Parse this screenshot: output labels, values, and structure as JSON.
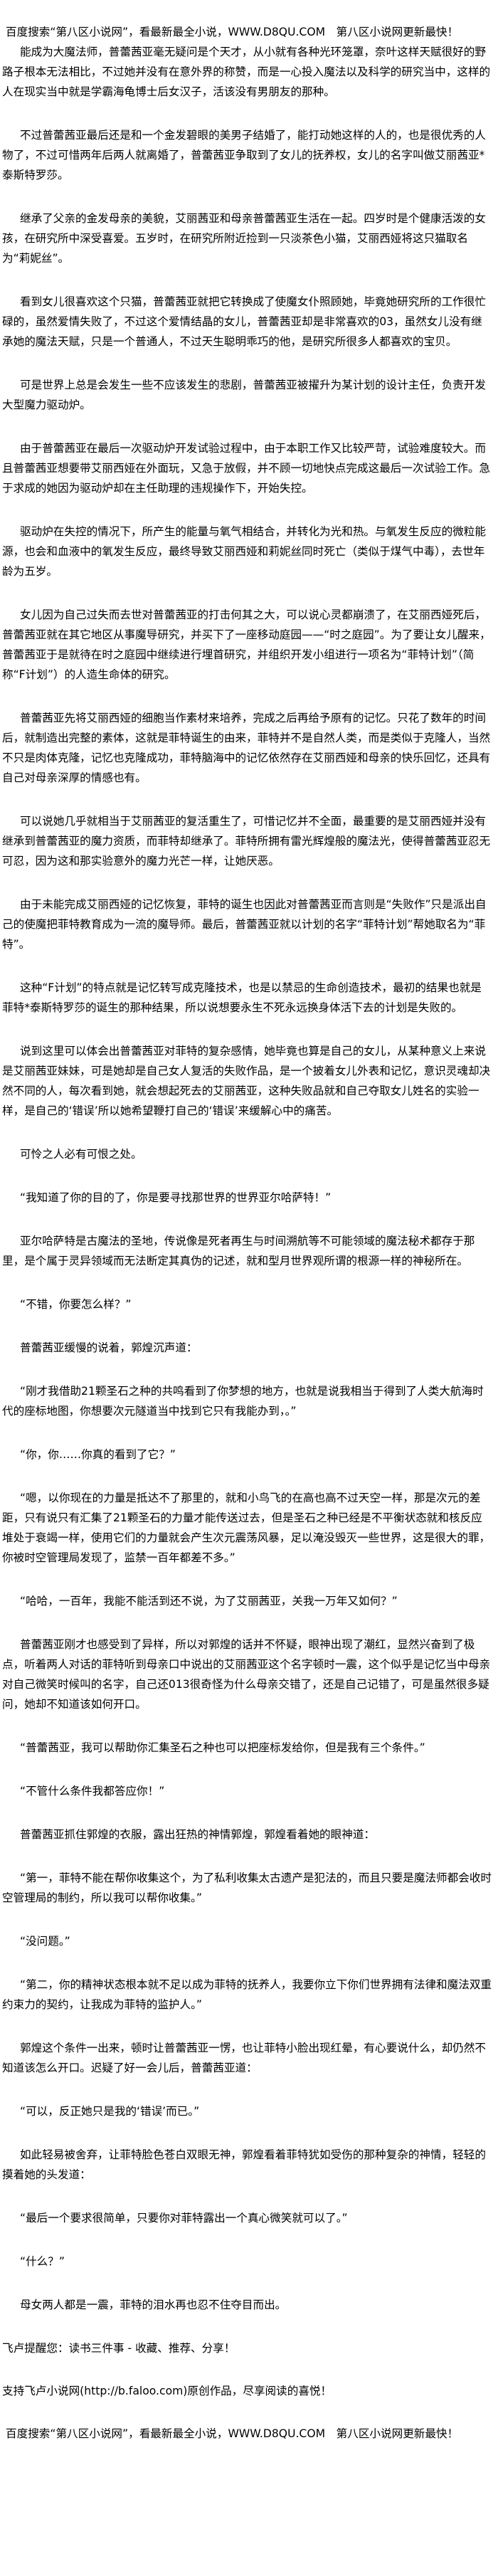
{
  "header": {
    "banner": "百度搜索“第八区小说网”，看最新最全小说，WWW.D8QU.COM　第八区小说网更新最快！"
  },
  "chapter": {
    "paragraphs": [
      "能成为大魔法师，普蕾茜亚毫无疑问是个天才，从小就有各种光环笼罩，奈叶这样天赋很好的野路子根本无法相比，不过她并没有在意外界的称赞，而是一心投入魔法以及科学的研究当中，这样的人在现实当中就是学霸海龟博士后女汉子，活该没有男朋友的那种。",
      "不过普蕾茜亚最后还是和一个金发碧眼的美男子结婚了，能打动她这样的人的，也是很优秀的人物了，不过可惜两年后两人就离婚了，普蕾茜亚争取到了女儿的抚养权，女儿的名字叫做艾丽茜亚*泰斯特罗莎。",
      "继承了父亲的金发母亲的美貌，艾丽茜亚和母亲普蕾茜亚生活在一起。四岁时是个健康活泼的女孩，在研究所中深受喜爱。五岁时，在研究所附近捡到一只淡茶色小猫，艾丽西娅将这只猫取名为“莉妮丝”。",
      "看到女儿很喜欢这个只猫，普蕾茜亚就把它转换成了使魔女仆照顾她，毕竟她研究所的工作很忙碌的，虽然爱情失败了，不过这个爱情结晶的女儿，普蕾茜亚却是非常喜欢的03，虽然女儿没有继承她的魔法天赋，只是一个普通人，不过天生聪明乖巧的他，是研究所很多人都喜欢的宝贝。",
      "可是世界上总是会发生一些不应该发生的悲剧，普蕾茜亚被擢升为某计划的设计主任，负责开发大型魔力驱动炉。",
      "由于普蕾茜亚在最后一次驱动炉开发试验过程中，由于本职工作又比较严苛，试验难度较大。而且普蕾茜亚想要带艾丽西娅在外面玩，又急于放假，并不顾一切地快点完成这最后一次试验工作。急于求成的她因为驱动炉却在主任助理的违规操作下，开始失控。",
      "驱动炉在失控的情况下，所产生的能量与氧气相结合，并转化为光和热。与氧发生反应的微粒能源，也会和血液中的氧发生反应，最终导致艾丽西娅和莉妮丝同时死亡（类似于煤气中毒），去世年龄为五岁。",
      "女儿因为自己过失而去世对普蕾茜亚的打击何其之大，可以说心灵都崩溃了，在艾丽西娅死后，普蕾茜亚就在其它地区从事魔导研究，并买下了一座移动庭园——“时之庭园”。为了要让女儿醒来，普蕾茜亚于是就待在时之庭园中继续进行埋首研究，并组织开发小组进行一项名为“菲特计划”（简称“F计划”）的人造生命体的研究。",
      "普蕾茜亚先将艾丽西娅的细胞当作素材来培养，完成之后再给予原有的记忆。只花了数年的时间后，就制造出完整的素体，这就是菲特诞生的由来，菲特并不是自然人类，而是类似于克隆人，当然不只是肉体克隆，记忆也克隆成功，菲特脑海中的记忆依然存在艾丽西娅和母亲的快乐回忆，还具有自己对母亲深厚的情感也有。",
      "可以说她几乎就相当于艾丽茜亚的复活重生了，可惜记忆并不全面，最重要的是艾丽西娅并没有继承到普蕾茜亚的魔力资质，而菲特却继承了。菲特所拥有雷光辉煌般的魔法光，使得普蕾茜亚忍无可忍，因为这和那实验意外的魔力光芒一样，让她厌恶。",
      "由于未能完成艾丽西娅的记忆恢复，菲特的诞生也因此对普蕾茜亚而言则是“失败作”只是派出自己的使魔把菲特教育成为一流的魔导师。最后，普蕾茜亚就以计划的名字“菲特计划”帮她取名为“菲特”。",
      "这种“F计划”的特点就是记忆转写成克隆技术，也是以禁忌的生命创造技术，最初的结果也就是菲特*泰斯特罗莎的诞生的那种结果，所以说想要永生不死永远换身体活下去的计划是失败的。",
      "说到这里可以体会出普蕾茜亚对菲特的复杂感情，她毕竟也算是自己的女儿，从某种意义上来说是艾丽茜亚妹妹，可是她却是自己女人复活的失败作品，是一个披着女儿外表和记忆，意识灵魂却决然不同的人，每次看到她，就会想起死去的艾丽茜亚，这种失败品就和自己夺取女儿姓名的实验一样，是自己的‘错误’所以她希望鞭打自己的‘错误’来缓解心中的痛苦。",
      "可怜之人必有可恨之处。",
      "“我知道了你的目的了，你是要寻找那世界的世界亚尔哈萨特！”",
      "亚尔哈萨特是古魔法的圣地，传说像是死者再生与时间溯航等不可能领域的魔法秘术都存于那里，是个属于灵异领域而无法断定其真伪的记述，就和型月世界观所谓的根源一样的神秘所在。",
      "“不错，你要怎么样？”",
      "普蕾茜亚缓慢的说着，郭煌沉声道：",
      "“刚才我借助21颗圣石之种的共鸣看到了你梦想的地方，也就是说我相当于得到了人类大航海时代的座标地图，你想要次元隧道当中找到它只有我能办到，。”",
      "“你，你……你真的看到了它？”",
      "“嗯，以你现在的力量是抵达不了那里的，就和小鸟飞的在高也高不过天空一样，那是次元的差距，只有说只有汇集了21颗圣石的力量才能传送过去，但是圣石之种已经是不平衡状态就和核反应堆处于衰竭一样，使用它们的力量就会产生次元震荡风暴，足以淹没毁灭一些世界，这是很大的罪，你被时空管理局发现了，监禁一百年都差不多。”",
      "“哈哈，一百年，我能不能活到还不说，为了艾丽茜亚，关我一万年又如何？”",
      "普蕾茜亚刚才也感受到了异样，所以对郭煌的话并不怀疑，眼神出现了潮红，显然兴奋到了极点，听着两人对话的菲特听到母亲口中说出的艾丽茜亚这个名字顿时一震，这个似乎是记忆当中母亲对自己微笑时候叫的名字，自己还013很奇怪为什么母亲交错了，还是自己记错了，可是虽然很多疑问，她却不知道该如何开口。",
      "“普蕾茜亚，我可以帮助你汇集圣石之种也可以把座标发给你，但是我有三个条件。”",
      "“不管什么条件我都答应你！”",
      "普蕾茜亚抓住郭煌的衣服，露出狂热的神情郭煌，郭煌看着她的眼神道：",
      "“第一，菲特不能在帮你收集这个，为了私利收集太古遗产是犯法的，而且只要是魔法师都会收时空管理局的制约，所以我可以帮你收集。”",
      "“没问题。”",
      "“第二，你的精神状态根本就不足以成为菲特的抚养人，我要你立下你们世界拥有法律和魔法双重约束力的契约，让我成为菲特的监护人。”",
      "郭煌这个条件一出来，顿时让普蕾茜亚一愣，也让菲特小脸出现红晕，有心要说什么，却仍然不知道该怎么开口。迟疑了好一会儿后，普蕾茜亚道：",
      "“可以，反正她只是我的‘错误’而已。”",
      "如此轻易被舍弃，让菲特脸色苍白双眼无神，郭煌看着菲特犹如受伤的那种复杂的神情，轻轻的摸着她的头发道：",
      "“最后一个要求很简单，只要你对菲特露出一个真心微笑就可以了。”",
      "“什么？”",
      "母女两人都是一震，菲特的泪水再也忍不住夺目而出。"
    ]
  },
  "footer": {
    "reminder": "飞卢提醒您：读书三件事 - 收藏、推荐、分享！",
    "support": "支持飞卢小说网(http://b.faloo.com)原创作品，尽享阅读的喜悦！",
    "banner": "百度搜索“第八区小说网”，看最新最全小说，WWW.D8QU.COM　第八区小说网更新最快！"
  }
}
